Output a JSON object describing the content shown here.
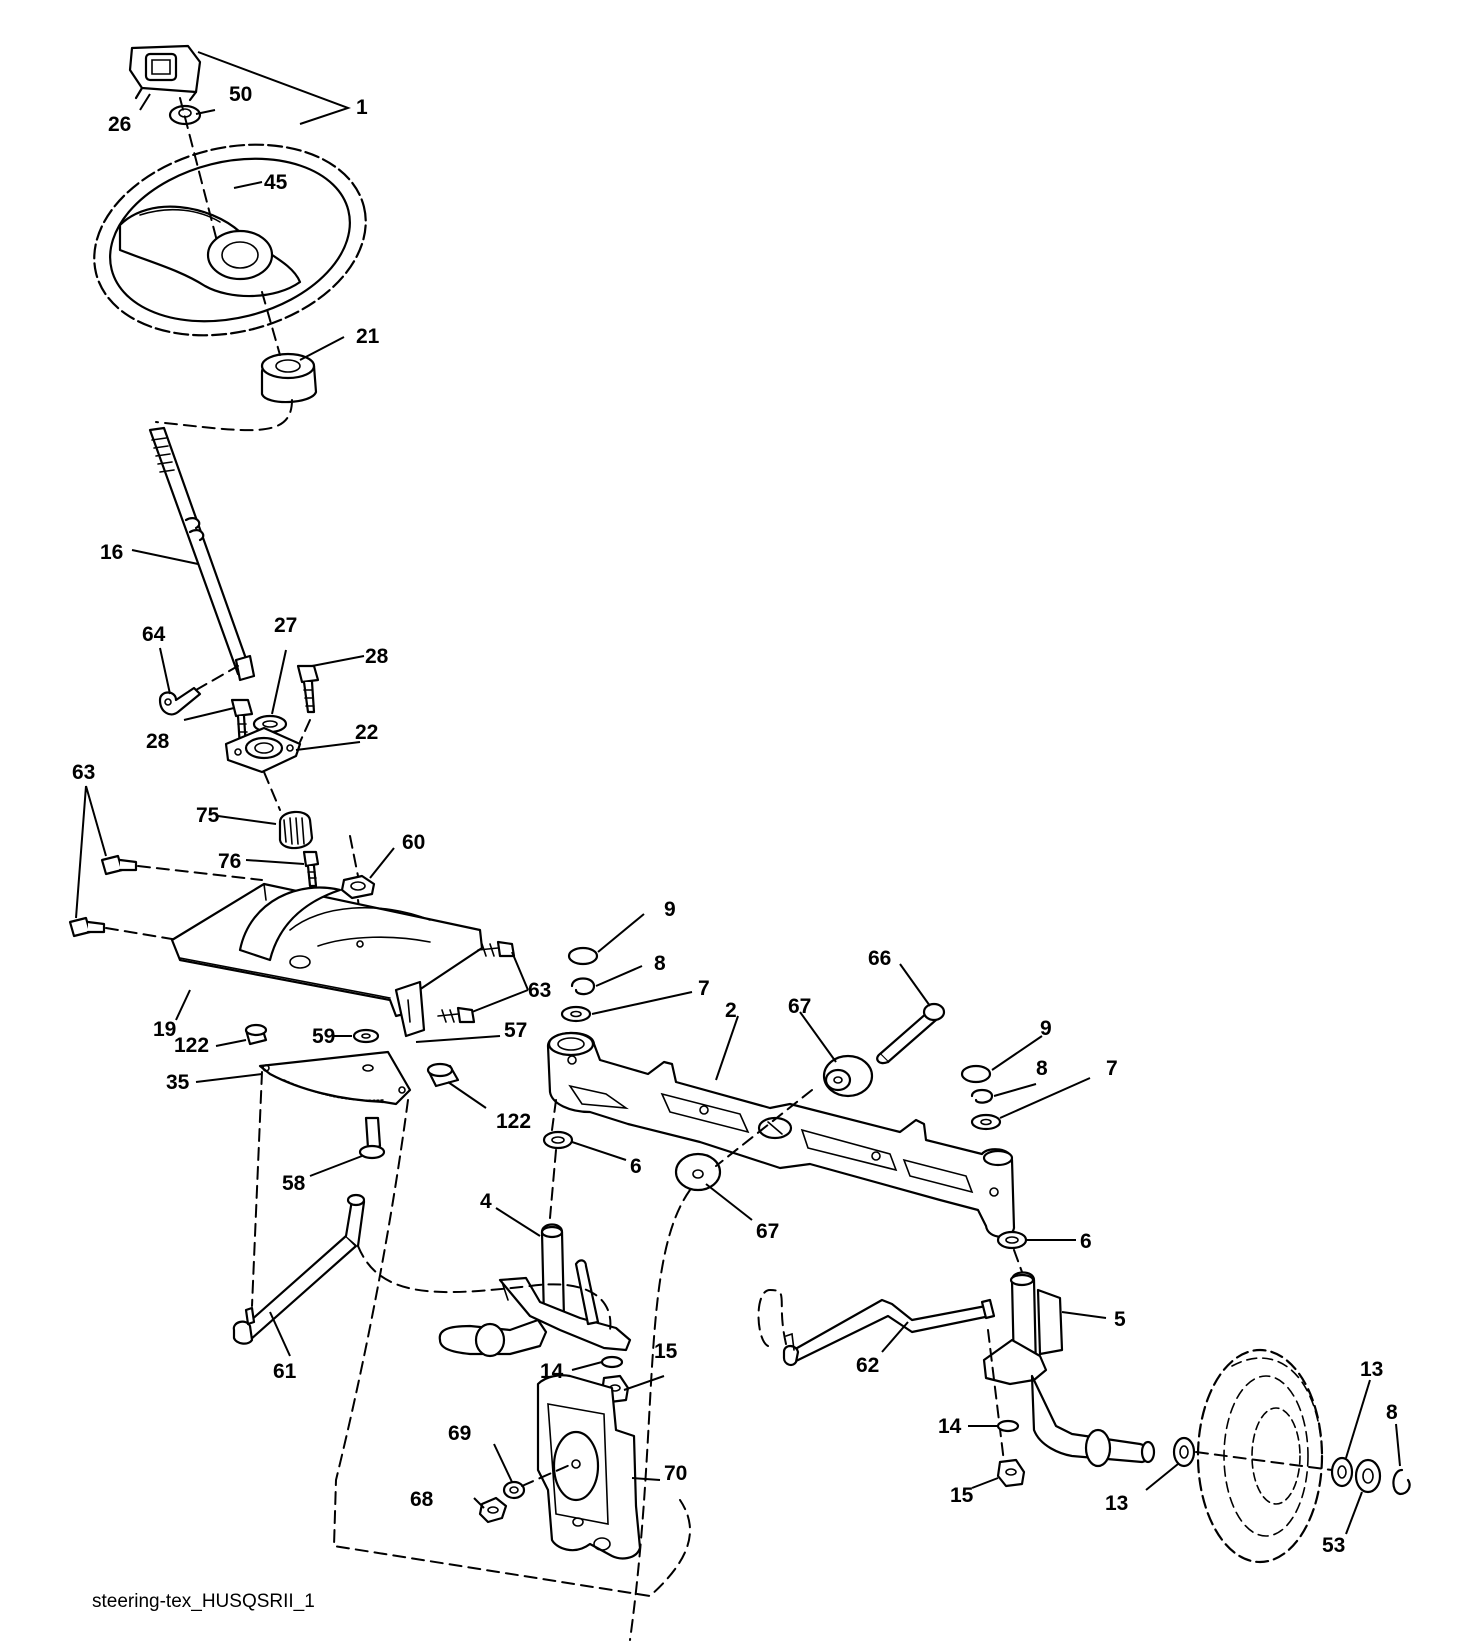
{
  "diagram": {
    "caption": "steering-tex_HUSQSRII_1",
    "callouts": [
      {
        "name": "callout-1",
        "text": "1"
      },
      {
        "name": "callout-50",
        "text": "50"
      },
      {
        "name": "callout-26",
        "text": "26"
      },
      {
        "name": "callout-45",
        "text": "45"
      },
      {
        "name": "callout-21",
        "text": "21"
      },
      {
        "name": "callout-16",
        "text": "16"
      },
      {
        "name": "callout-64",
        "text": "64"
      },
      {
        "name": "callout-27",
        "text": "27"
      },
      {
        "name": "callout-28a",
        "text": "28"
      },
      {
        "name": "callout-28b",
        "text": "28"
      },
      {
        "name": "callout-22",
        "text": "22"
      },
      {
        "name": "callout-63a",
        "text": "63"
      },
      {
        "name": "callout-75",
        "text": "75"
      },
      {
        "name": "callout-76",
        "text": "76"
      },
      {
        "name": "callout-60",
        "text": "60"
      },
      {
        "name": "callout-19",
        "text": "19"
      },
      {
        "name": "callout-63b",
        "text": "63"
      },
      {
        "name": "callout-122a",
        "text": "122"
      },
      {
        "name": "callout-59",
        "text": "59"
      },
      {
        "name": "callout-57",
        "text": "57"
      },
      {
        "name": "callout-35",
        "text": "35"
      },
      {
        "name": "callout-122b",
        "text": "122"
      },
      {
        "name": "callout-58",
        "text": "58"
      },
      {
        "name": "callout-61",
        "text": "61"
      },
      {
        "name": "callout-9a",
        "text": "9"
      },
      {
        "name": "callout-8a",
        "text": "8"
      },
      {
        "name": "callout-7a",
        "text": "7"
      },
      {
        "name": "callout-66",
        "text": "66"
      },
      {
        "name": "callout-67a",
        "text": "67"
      },
      {
        "name": "callout-2",
        "text": "2"
      },
      {
        "name": "callout-9b",
        "text": "9"
      },
      {
        "name": "callout-8b",
        "text": "8"
      },
      {
        "name": "callout-7b",
        "text": "7"
      },
      {
        "name": "callout-6a",
        "text": "6"
      },
      {
        "name": "callout-4",
        "text": "4"
      },
      {
        "name": "callout-67b",
        "text": "67"
      },
      {
        "name": "callout-6b",
        "text": "6"
      },
      {
        "name": "callout-5",
        "text": "5"
      },
      {
        "name": "callout-62",
        "text": "62"
      },
      {
        "name": "callout-14a",
        "text": "14"
      },
      {
        "name": "callout-15a",
        "text": "15"
      },
      {
        "name": "callout-69",
        "text": "69"
      },
      {
        "name": "callout-70",
        "text": "70"
      },
      {
        "name": "callout-68",
        "text": "68"
      },
      {
        "name": "callout-14b",
        "text": "14"
      },
      {
        "name": "callout-15b",
        "text": "15"
      },
      {
        "name": "callout-13a",
        "text": "13"
      },
      {
        "name": "callout-13b",
        "text": "13"
      },
      {
        "name": "callout-8c",
        "text": "8"
      },
      {
        "name": "callout-53",
        "text": "53"
      }
    ]
  }
}
